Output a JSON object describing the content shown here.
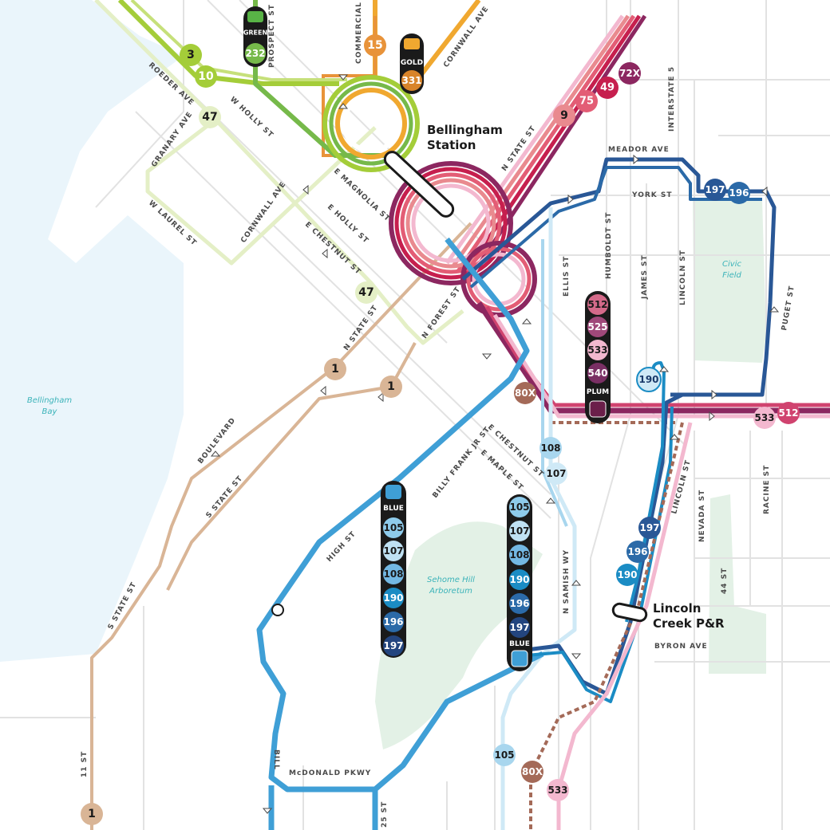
{
  "map": {
    "places": {
      "bellingham_bay": [
        "Bellingham",
        "Bay"
      ],
      "civic_field": [
        "Civic",
        "Field"
      ],
      "sehome": [
        "Sehome Hill",
        "Arboretum"
      ]
    },
    "stations": {
      "bellingham_station": [
        "Bellingham",
        "Station"
      ],
      "lincoln_creek": [
        "Lincoln",
        "Creek P&R"
      ]
    },
    "streets": {
      "prospect": "PROSPECT ST",
      "commercial": "COMMERCIAL ST",
      "cornwall_top": "CORNWALL AVE",
      "roeder": "ROEDER AVE",
      "w_holly": "W HOLLY ST",
      "granary": "GRANARY AVE",
      "w_laurel": "W LAUREL ST",
      "cornwall_mid": "CORNWALL AVE",
      "e_magnolia": "E MAGNOLIA ST",
      "e_holly": "E HOLLY ST",
      "e_chestnut_top": "E CHESTNUT ST",
      "n_state_top": "N STATE ST",
      "n_state_mid": "N STATE ST",
      "n_forest": "N FOREST ST",
      "meador": "MEADOR AVE",
      "york": "YORK ST",
      "interstate": "INTERSTATE 5",
      "humboldt": "HUMBOLDT ST",
      "james": "JAMES ST",
      "lincoln_top": "LINCOLN ST",
      "ellis": "ELLIS ST",
      "puget": "PUGET ST",
      "boulevard": "BOULEVARD",
      "s_state_mid": "S STATE ST",
      "s_state_low": "S STATE ST",
      "billy_frank": "BILLY FRANK JR ST",
      "e_chestnut_low": "E CHESTNUT ST",
      "e_maple": "E MAPLE ST",
      "high": "HIGH ST",
      "n_samish": "N SAMISH WY",
      "lincoln_low": "LINCOLN ST",
      "nevada": "NEVADA ST",
      "racine": "RACINE ST",
      "forty_four": "44 ST",
      "byron": "BYRON AVE",
      "eleven": "11 ST",
      "bill": "BILL",
      "mcdonald": "McDONALD PKWY",
      "twenty_five": "25 ST"
    },
    "route_badges": [
      {
        "id": "r3",
        "label": "3",
        "color": "#a4cd39",
        "text": "#1a1a1a"
      },
      {
        "id": "r10",
        "label": "10",
        "color": "#a4cd39",
        "text": "#ffffff"
      },
      {
        "id": "r47a",
        "label": "47",
        "color": "#e4efc6",
        "text": "#1a1a1a"
      },
      {
        "id": "r47b",
        "label": "47",
        "color": "#e4efc6",
        "text": "#1a1a1a"
      },
      {
        "id": "r15",
        "label": "15",
        "color": "#e8933a",
        "text": "#ffffff"
      },
      {
        "id": "r9",
        "label": "9",
        "color": "#e98a8f",
        "text": "#1a1a1a"
      },
      {
        "id": "r75",
        "label": "75",
        "color": "#e35d75",
        "text": "#ffffff"
      },
      {
        "id": "r49",
        "label": "49",
        "color": "#c61f4e",
        "text": "#ffffff"
      },
      {
        "id": "r72x",
        "label": "72X",
        "color": "#8c2760",
        "text": "#ffffff"
      },
      {
        "id": "r197a",
        "label": "197",
        "color": "#295796",
        "text": "#ffffff"
      },
      {
        "id": "r196a",
        "label": "196",
        "color": "#2b6aa8",
        "text": "#ffffff"
      },
      {
        "id": "r1a",
        "label": "1",
        "color": "#d9b596",
        "text": "#1a1a1a"
      },
      {
        "id": "r1b",
        "label": "1",
        "color": "#d9b596",
        "text": "#1a1a1a"
      },
      {
        "id": "r1c",
        "label": "1",
        "color": "#d9b596",
        "text": "#1a1a1a"
      },
      {
        "id": "r80xa",
        "label": "80X",
        "color": "#a46a58",
        "text": "#ffffff"
      },
      {
        "id": "r80xb",
        "label": "80X",
        "color": "#a46a58",
        "text": "#ffffff"
      },
      {
        "id": "r190a",
        "label": "190",
        "color": "#cfe9f6",
        "text": "#1a3a6a"
      },
      {
        "id": "r190b",
        "label": "190",
        "color": "#1b8cc4",
        "text": "#ffffff"
      },
      {
        "id": "r533a",
        "label": "533",
        "color": "#f3b8cf",
        "text": "#1a1a1a"
      },
      {
        "id": "r512a",
        "label": "512",
        "color": "#d0436f",
        "text": "#ffffff"
      },
      {
        "id": "r533b",
        "label": "533",
        "color": "#f3b8cf",
        "text": "#1a1a1a"
      },
      {
        "id": "r108a",
        "label": "108",
        "color": "#a8d6ee",
        "text": "#1a1a1a"
      },
      {
        "id": "r107a",
        "label": "107",
        "color": "#cfe9f6",
        "text": "#1a1a1a"
      },
      {
        "id": "r197b",
        "label": "197",
        "color": "#295796",
        "text": "#ffffff"
      },
      {
        "id": "r196b",
        "label": "196",
        "color": "#2b6aa8",
        "text": "#ffffff"
      },
      {
        "id": "r105a",
        "label": "105",
        "color": "#a8d6ee",
        "text": "#1a1a1a"
      }
    ],
    "stacks": {
      "green": {
        "label": "GREEN",
        "color": "#58b346",
        "routes": [
          {
            "label": "232",
            "color": "#76b94a",
            "text": "#ffffff"
          }
        ]
      },
      "gold": {
        "label": "GOLD",
        "color": "#f0a830",
        "routes": [
          {
            "label": "331",
            "color": "#d8842a",
            "text": "#ffffff"
          }
        ]
      },
      "plum": {
        "label": "PLUM",
        "color": "#6b1f4a",
        "routes": [
          {
            "label": "512",
            "color": "#d46a8a",
            "text": "#1a1a1a"
          },
          {
            "label": "525",
            "color": "#a0487a",
            "text": "#ffffff"
          },
          {
            "label": "533",
            "color": "#f3b8cf",
            "text": "#1a1a1a"
          },
          {
            "label": "540",
            "color": "#7a2f64",
            "text": "#ffffff"
          }
        ]
      },
      "blue_left": {
        "label": "BLUE",
        "color": "#3f9fd6",
        "routes": [
          {
            "label": "105",
            "color": "#8ecbeb",
            "text": "#1a1a1a"
          },
          {
            "label": "107",
            "color": "#bfe1f3",
            "text": "#1a1a1a"
          },
          {
            "label": "108",
            "color": "#73b8e3",
            "text": "#1a1a1a"
          },
          {
            "label": "190",
            "color": "#1b8cc4",
            "text": "#ffffff"
          },
          {
            "label": "196",
            "color": "#2b6aa8",
            "text": "#ffffff"
          },
          {
            "label": "197",
            "color": "#23457f",
            "text": "#ffffff"
          }
        ]
      },
      "blue_right": {
        "label": "BLUE",
        "color": "#3f9fd6",
        "routes": [
          {
            "label": "105",
            "color": "#8ecbeb",
            "text": "#1a1a1a"
          },
          {
            "label": "107",
            "color": "#bfe1f3",
            "text": "#1a1a1a"
          },
          {
            "label": "108",
            "color": "#73b8e3",
            "text": "#1a1a1a"
          },
          {
            "label": "190",
            "color": "#1b8cc4",
            "text": "#ffffff"
          },
          {
            "label": "196",
            "color": "#2b6aa8",
            "text": "#ffffff"
          },
          {
            "label": "197",
            "color": "#23457f",
            "text": "#ffffff"
          }
        ]
      }
    },
    "colors": {
      "water": "#eaf5fb",
      "park": "#e3f1e6",
      "street": "#e2e2e2",
      "gold": "#f0a830",
      "green_line": "#a4cd39",
      "blue": "#3f9fd6",
      "tan": "#d9b596"
    }
  }
}
